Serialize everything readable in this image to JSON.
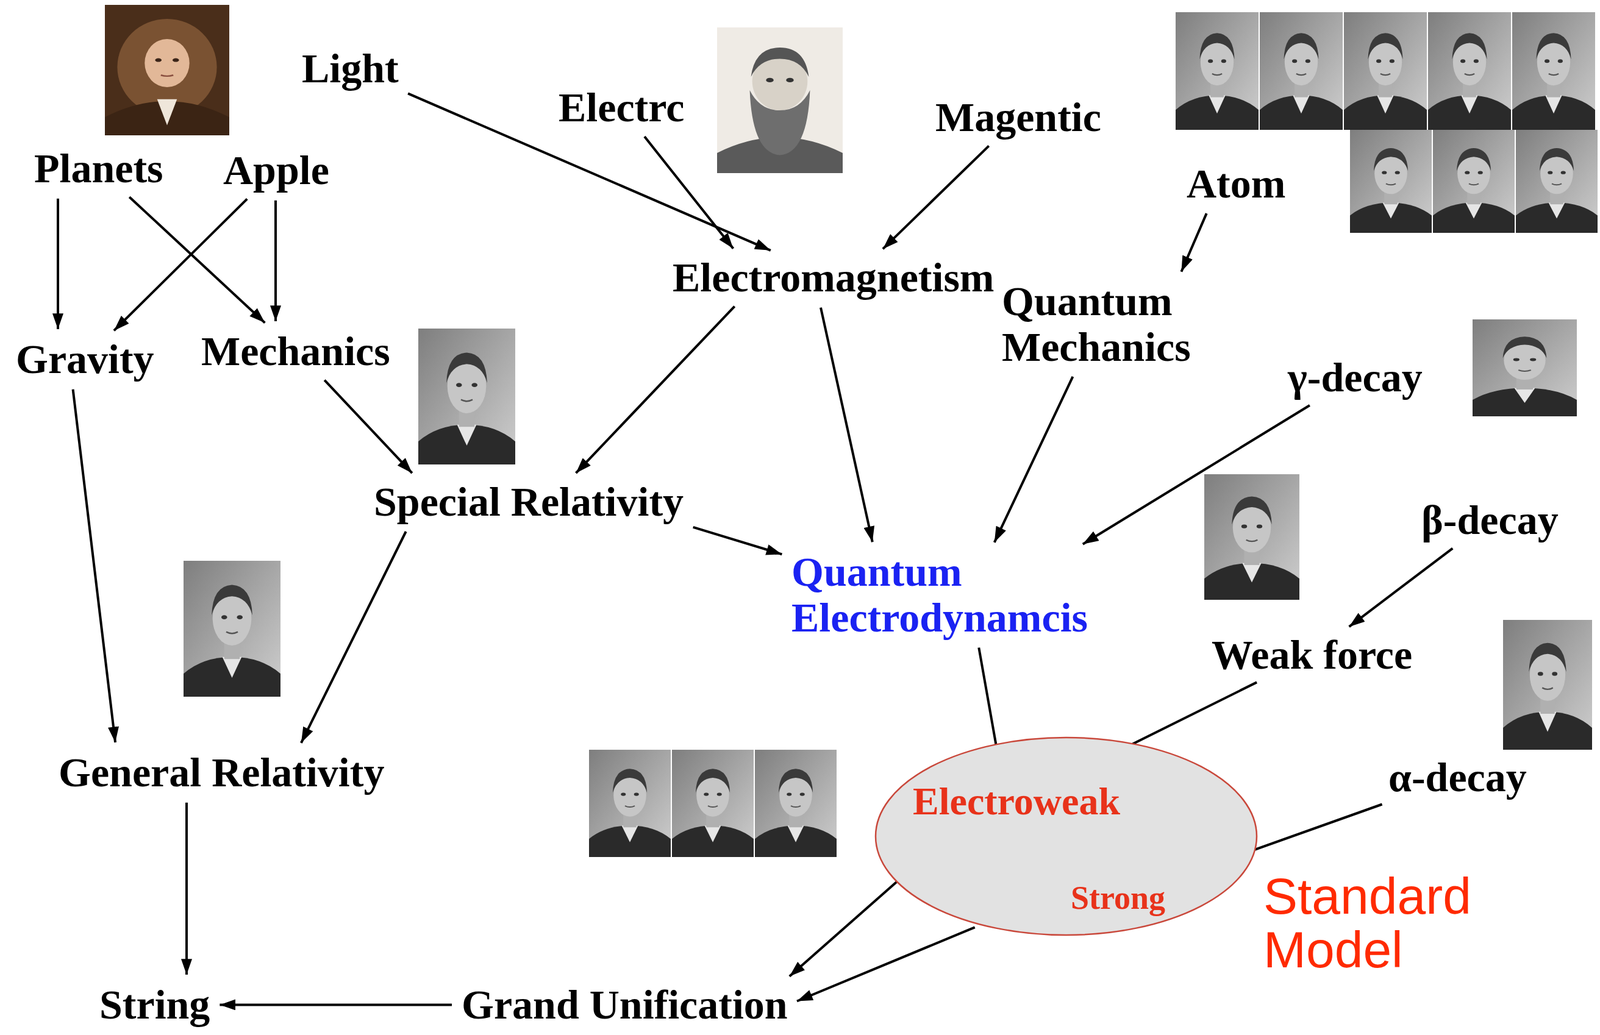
{
  "diagram": {
    "nodes": [
      {
        "text": [
          "Planets"
        ]
      },
      {
        "text": [
          "Apple"
        ]
      },
      {
        "text": [
          "Light"
        ]
      },
      {
        "text": [
          "Electrc"
        ]
      },
      {
        "text": [
          "Magentic"
        ]
      },
      {
        "text": [
          "Atom"
        ]
      },
      {
        "text": [
          "Electromagnetism"
        ]
      },
      {
        "text": [
          "Quantum Mechanics"
        ]
      },
      {
        "text": [
          "Gravity"
        ]
      },
      {
        "text": [
          "Mechanics"
        ]
      },
      {
        "text": [
          "γ-decay"
        ]
      },
      {
        "text": [
          "Special Relativity"
        ]
      },
      {
        "text": [
          "β-decay"
        ]
      },
      {
        "text": [
          "Quantum Electrodynamcis"
        ]
      },
      {
        "text": [
          "Weak force"
        ]
      },
      {
        "text": [
          "General Relativity"
        ]
      },
      {
        "text": [
          "α-decay"
        ]
      },
      {
        "text": [
          "Standard Model"
        ]
      },
      {
        "text": [
          "Electroweak"
        ],
        "in": 17
      },
      {
        "text": [
          "Strong"
        ],
        "in": 17
      },
      {
        "text": [
          "String"
        ]
      },
      {
        "text": [
          "Grand Unification"
        ]
      }
    ],
    "edges": [
      {
        "from": 0,
        "to": 8,
        "arrow": "to"
      },
      {
        "from": 0,
        "to": 9,
        "arrow": "to"
      },
      {
        "from": 1,
        "to": 8,
        "arrow": "to"
      },
      {
        "from": 1,
        "to": 9,
        "arrow": "to"
      },
      {
        "from": 2,
        "to": 6,
        "arrow": "to"
      },
      {
        "from": 3,
        "to": 6,
        "arrow": "to"
      },
      {
        "from": 4,
        "to": 6,
        "arrow": "to"
      },
      {
        "from": 5,
        "to": 7,
        "arrow": "to"
      },
      {
        "from": 8,
        "to": 15,
        "arrow": "to"
      },
      {
        "from": 9,
        "to": 11,
        "arrow": "to"
      },
      {
        "from": 6,
        "to": 11,
        "arrow": "to"
      },
      {
        "from": 6,
        "to": 13,
        "arrow": "to"
      },
      {
        "from": 7,
        "to": 13,
        "arrow": "to"
      },
      {
        "from": 10,
        "to": 13,
        "arrow": "to"
      },
      {
        "from": 11,
        "to": 13,
        "arrow": "to"
      },
      {
        "from": 11,
        "to": 15,
        "arrow": "to"
      },
      {
        "from": 12,
        "to": 14,
        "arrow": "to"
      },
      {
        "from": 13,
        "to": 18,
        "arrow": "to"
      },
      {
        "from": 14,
        "to": 18,
        "arrow": "to"
      },
      {
        "from": 16,
        "to": 19,
        "arrow": "to"
      },
      {
        "from": 18,
        "to": 21,
        "arrow": "to"
      },
      {
        "from": 17,
        "to": 21,
        "arrow": "to"
      },
      {
        "from": 15,
        "to": 20,
        "arrow": "to"
      },
      {
        "from": 21,
        "to": 20,
        "arrow": "to"
      }
    ]
  }
}
